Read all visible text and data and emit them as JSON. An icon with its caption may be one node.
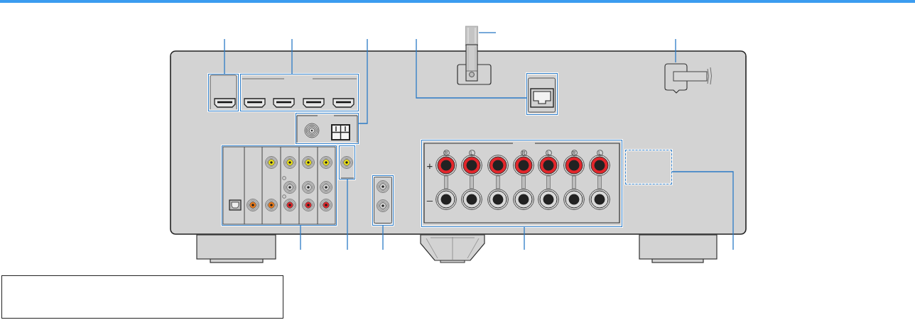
{
  "diagram": {
    "nodes": [
      {
        "text": [],
        "shape": "box"
      },
      {
        "text": [],
        "shape": "box"
      },
      {
        "text": [],
        "shape": "picture"
      },
      {
        "text": [],
        "shape": "box"
      },
      {
        "text": [],
        "shape": "picture"
      },
      {
        "text": [],
        "shape": "box"
      },
      {
        "text": [],
        "shape": "box"
      },
      {
        "text": [],
        "shape": "box"
      },
      {
        "text": [],
        "shape": "box"
      },
      {
        "text": [],
        "shape": "box"
      },
      {
        "text": [],
        "shape": "box"
      },
      {
        "text": [],
        "shape": "box"
      }
    ],
    "edges": [
      {
        "from": null,
        "to": 0,
        "arrow": "none"
      },
      {
        "from": null,
        "to": 1,
        "arrow": "none"
      },
      {
        "from": null,
        "to": 5,
        "arrow": "none"
      },
      {
        "from": null,
        "to": 3,
        "arrow": "none"
      },
      {
        "from": null,
        "to": 2,
        "arrow": "none"
      },
      {
        "from": null,
        "to": 4,
        "arrow": "none"
      },
      {
        "from": null,
        "to": 6,
        "arrow": "none"
      },
      {
        "from": null,
        "to": 7,
        "arrow": "none"
      },
      {
        "from": null,
        "to": 8,
        "arrow": "none"
      },
      {
        "from": null,
        "to": 9,
        "arrow": "none"
      },
      {
        "from": null,
        "to": 10,
        "arrow": "none"
      }
    ],
    "labels": [
      "R",
      "L",
      "R",
      "L",
      "R",
      "L",
      "+",
      "–"
    ]
  }
}
